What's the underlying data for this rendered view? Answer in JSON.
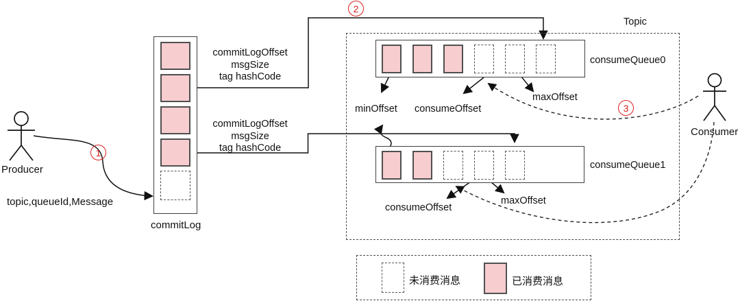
{
  "colors": {
    "consumed_fill": "#f7cdd0",
    "cell_border": "#4f4f4f",
    "accent_red": "#d9201f",
    "line": "#1a1a1a"
  },
  "producer": {
    "label": "Producer",
    "message": "topic,queueId,Message"
  },
  "consumer": {
    "label": "Consumer"
  },
  "steps": [
    "1",
    "2",
    "3"
  ],
  "commitlog": {
    "label": "commitLog",
    "cells": [
      "consumed",
      "consumed",
      "consumed",
      "consumed",
      "unconsumed"
    ],
    "index_entry_labels": [
      {
        "lines": [
          "commitLogOffset",
          "msgSize",
          "tag hashCode"
        ]
      },
      {
        "lines": [
          "commitLogOffset",
          "msgSize",
          "tag hashCode"
        ]
      }
    ]
  },
  "topic": {
    "label": "Topic",
    "queues": [
      {
        "name": "consumeQueue0",
        "cells": [
          "consumed",
          "consumed",
          "consumed",
          "unconsumed",
          "unconsumed",
          "unconsumed"
        ],
        "annotations": {
          "min_offset": "minOffset",
          "consume_offset": "consumeOffset",
          "max_offset": "maxOffset"
        }
      },
      {
        "name": "consumeQueue1",
        "cells": [
          "consumed",
          "consumed",
          "unconsumed",
          "unconsumed",
          "unconsumed"
        ],
        "annotations": {
          "consume_offset": "consumeOffset",
          "max_offset": "maxOffset"
        }
      }
    ]
  },
  "legend": {
    "items": [
      {
        "swatch": "unconsumed",
        "label": "未消费消息"
      },
      {
        "swatch": "consumed",
        "label": "已消费消息"
      }
    ]
  }
}
